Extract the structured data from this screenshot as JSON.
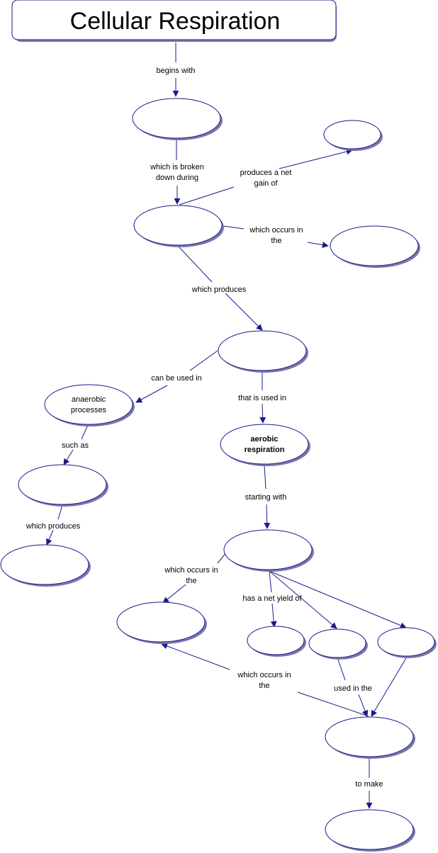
{
  "title": "Cellular Respiration",
  "nodes": {
    "n_glucose": "",
    "n_atp_glycolysis": "",
    "n_glycolysis": "",
    "n_cytoplasm": "",
    "n_pyruvate": "",
    "n_anaerobic": "anaerobic\nprocesses",
    "n_aerobic": "aerobic\nrespiration",
    "n_fermentation": "",
    "n_ferment_product": "",
    "n_krebs": "",
    "n_mitochondria": "",
    "n_atp_krebs": "",
    "n_nadh": "",
    "n_fadh2": "",
    "n_etc": "",
    "n_atp_final": ""
  },
  "links": {
    "l_begins_with": "begins with",
    "l_broken_down": "which is broken\ndown during",
    "l_net_gain": "produces a net\ngain of",
    "l_occurs_in_1": "which occurs in\nthe",
    "l_which_produces_1": "which produces",
    "l_can_be_used": "can be used in",
    "l_that_is_used": "that is used in",
    "l_such_as": "such as",
    "l_starting_with": "starting with",
    "l_which_produces_2": "which produces",
    "l_occurs_in_2": "which occurs in\nthe",
    "l_net_yield": "has a net yield of",
    "l_used_in": "used in the",
    "l_occurs_in_3": "which occurs in\nthe",
    "l_to_make": "to make"
  }
}
